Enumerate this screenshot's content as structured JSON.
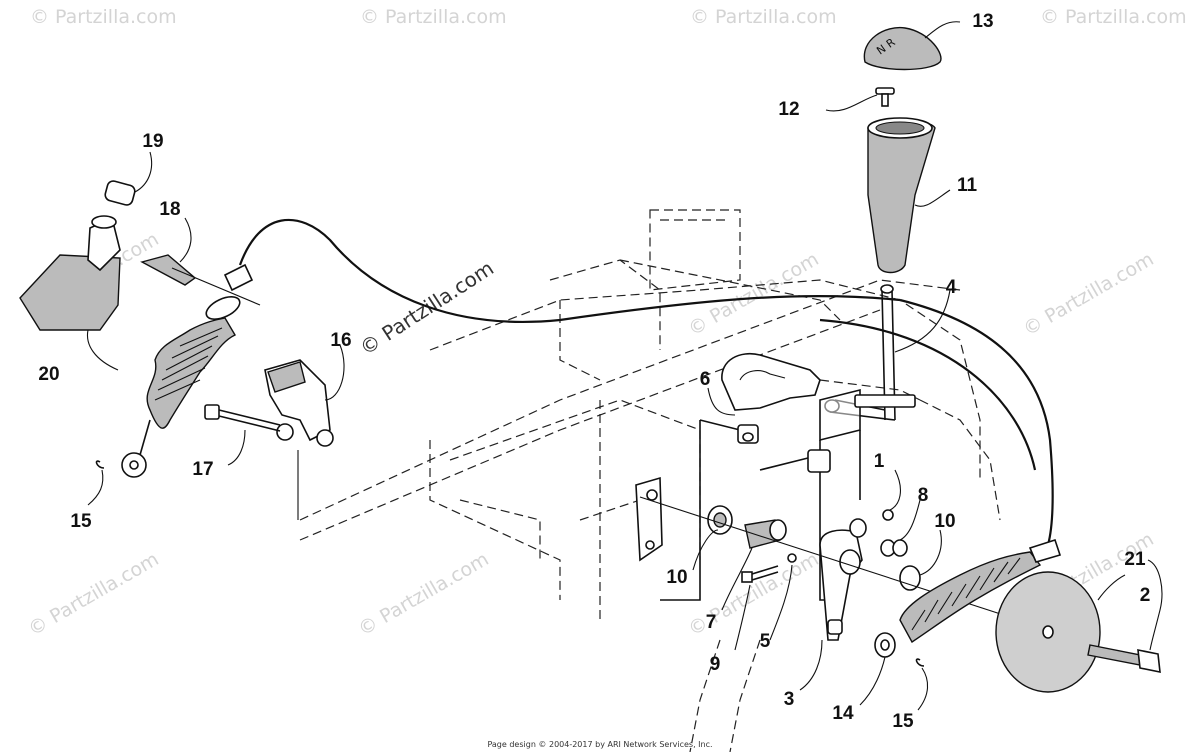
{
  "watermark": {
    "text": "© Partzilla.com"
  },
  "callouts": {
    "p1": "1",
    "p2": "2",
    "p3": "3",
    "p4": "4",
    "p5": "5",
    "p6": "6",
    "p7": "7",
    "p8": "8",
    "p9": "9",
    "p10a": "10",
    "p10b": "10",
    "p11": "11",
    "p12": "12",
    "p13": "13",
    "p14": "14",
    "p15a": "15",
    "p15b": "15",
    "p16": "16",
    "p17": "17",
    "p18": "18",
    "p19": "19",
    "p20": "20",
    "p21": "21"
  },
  "footer": {
    "text": "Page design © 2004-2017 by ARI Network Services, Inc."
  }
}
